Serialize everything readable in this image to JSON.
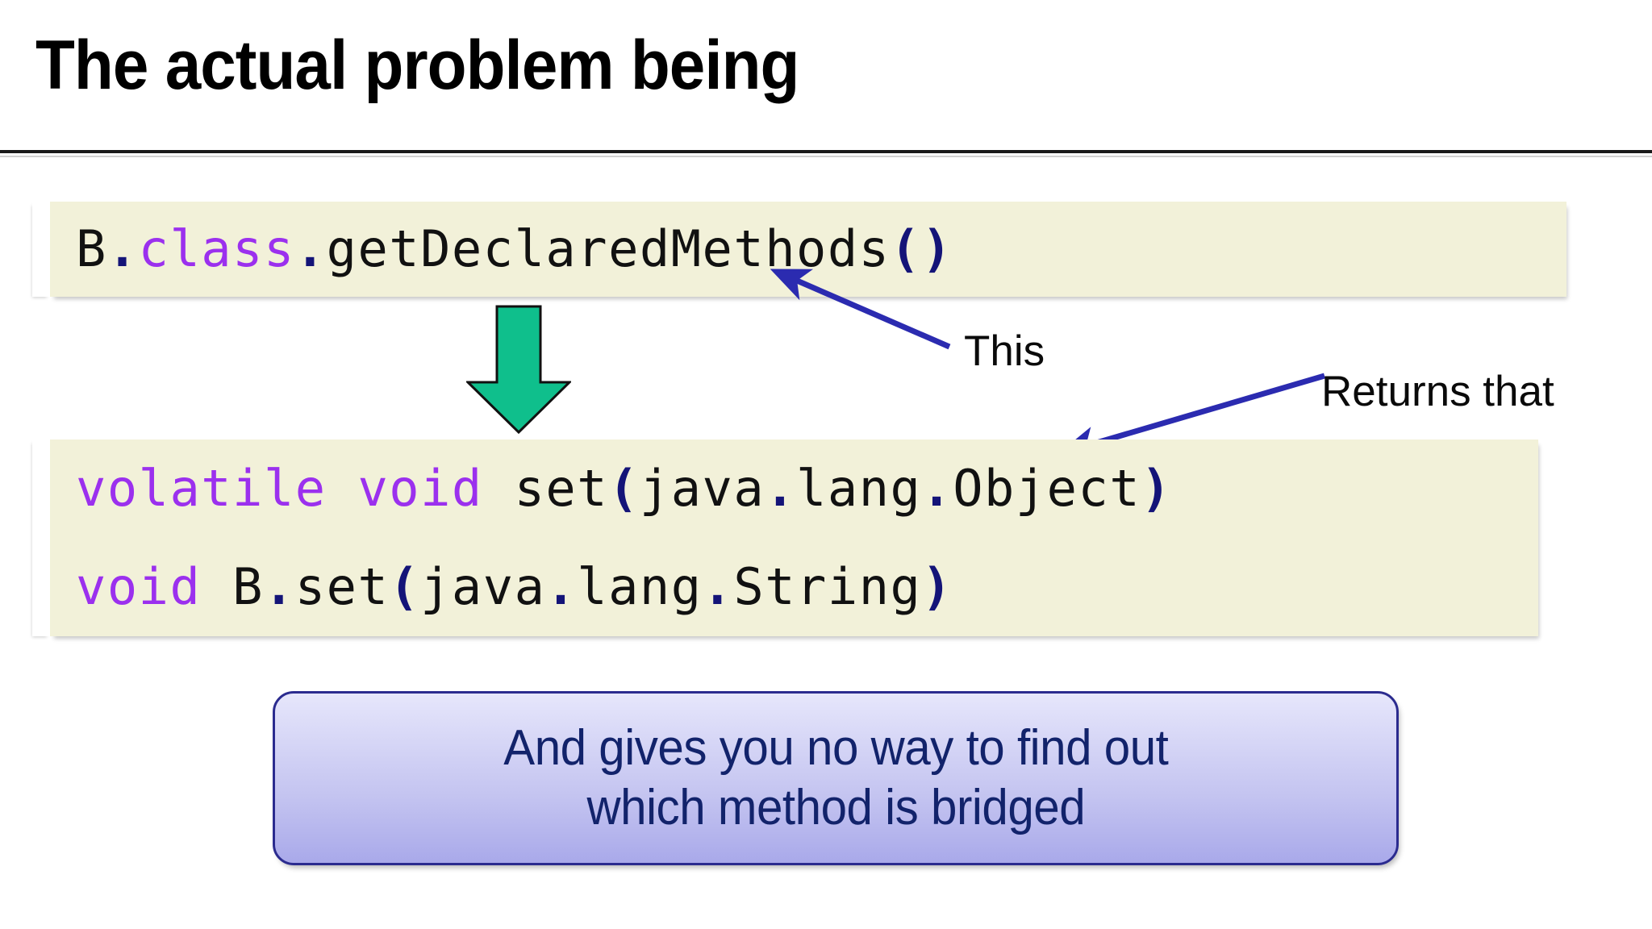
{
  "slide": {
    "title": "The actual problem being",
    "background_color": "#ffffff"
  },
  "code_blocks": [
    {
      "id": "code-block-1",
      "background_color": "#f2f1d9",
      "lines": [
        {
          "plain_text": "B.class.getDeclaredMethods()",
          "tokens": [
            {
              "text": "B",
              "kind": "plain"
            },
            {
              "text": ".",
              "kind": "dot"
            },
            {
              "text": "class",
              "kind": "keyword"
            },
            {
              "text": ".",
              "kind": "dot"
            },
            {
              "text": "getDeclaredMethods",
              "kind": "plain"
            },
            {
              "text": "()",
              "kind": "punctuation"
            }
          ]
        }
      ]
    },
    {
      "id": "code-block-2",
      "background_color": "#f2f1d9",
      "lines": [
        {
          "plain_text": "volatile void set(java.lang.Object)",
          "tokens": [
            {
              "text": "volatile void",
              "kind": "keyword"
            },
            {
              "text": " set",
              "kind": "plain"
            },
            {
              "text": "(",
              "kind": "punctuation"
            },
            {
              "text": "java",
              "kind": "plain"
            },
            {
              "text": ".",
              "kind": "dot"
            },
            {
              "text": "lang",
              "kind": "plain"
            },
            {
              "text": ".",
              "kind": "dot"
            },
            {
              "text": "Object",
              "kind": "plain"
            },
            {
              "text": ")",
              "kind": "punctuation"
            }
          ]
        },
        {
          "plain_text": "void B.set(java.lang.String)",
          "tokens": [
            {
              "text": "void",
              "kind": "keyword"
            },
            {
              "text": " B",
              "kind": "plain"
            },
            {
              "text": ".",
              "kind": "dot"
            },
            {
              "text": "set",
              "kind": "plain"
            },
            {
              "text": "(",
              "kind": "punctuation"
            },
            {
              "text": "java",
              "kind": "plain"
            },
            {
              "text": ".",
              "kind": "dot"
            },
            {
              "text": "lang",
              "kind": "plain"
            },
            {
              "text": ".",
              "kind": "dot"
            },
            {
              "text": "String",
              "kind": "plain"
            },
            {
              "text": ")",
              "kind": "punctuation"
            }
          ]
        }
      ]
    }
  ],
  "annotations": [
    {
      "name": "this",
      "label": "This",
      "arrow_color": "#2b2bb0",
      "points_to": "getDeclaredMethods"
    },
    {
      "name": "returns-that",
      "label": "Returns that",
      "arrow_color": "#2b2bb0",
      "points_to": "volatile void set(java.lang.Object)"
    }
  ],
  "flow_arrow": {
    "name": "green-down-arrow",
    "direction": "down",
    "fill_color": "#0fbf8c",
    "outline_color": "#111111"
  },
  "callout": {
    "line1": "And gives you no way to find out",
    "line2": "which method is bridged",
    "text_color": "#12236b",
    "border_color": "#2b2b8f",
    "gradient_top": "#e6e6fb",
    "gradient_bottom": "#a9a9ea"
  },
  "colors": {
    "keyword_purple": "#9b30ee",
    "punctuation_navy": "#141478",
    "code_background": "#f2f1d9",
    "title_black": "#000000",
    "rule_black": "#1a1a1a"
  }
}
